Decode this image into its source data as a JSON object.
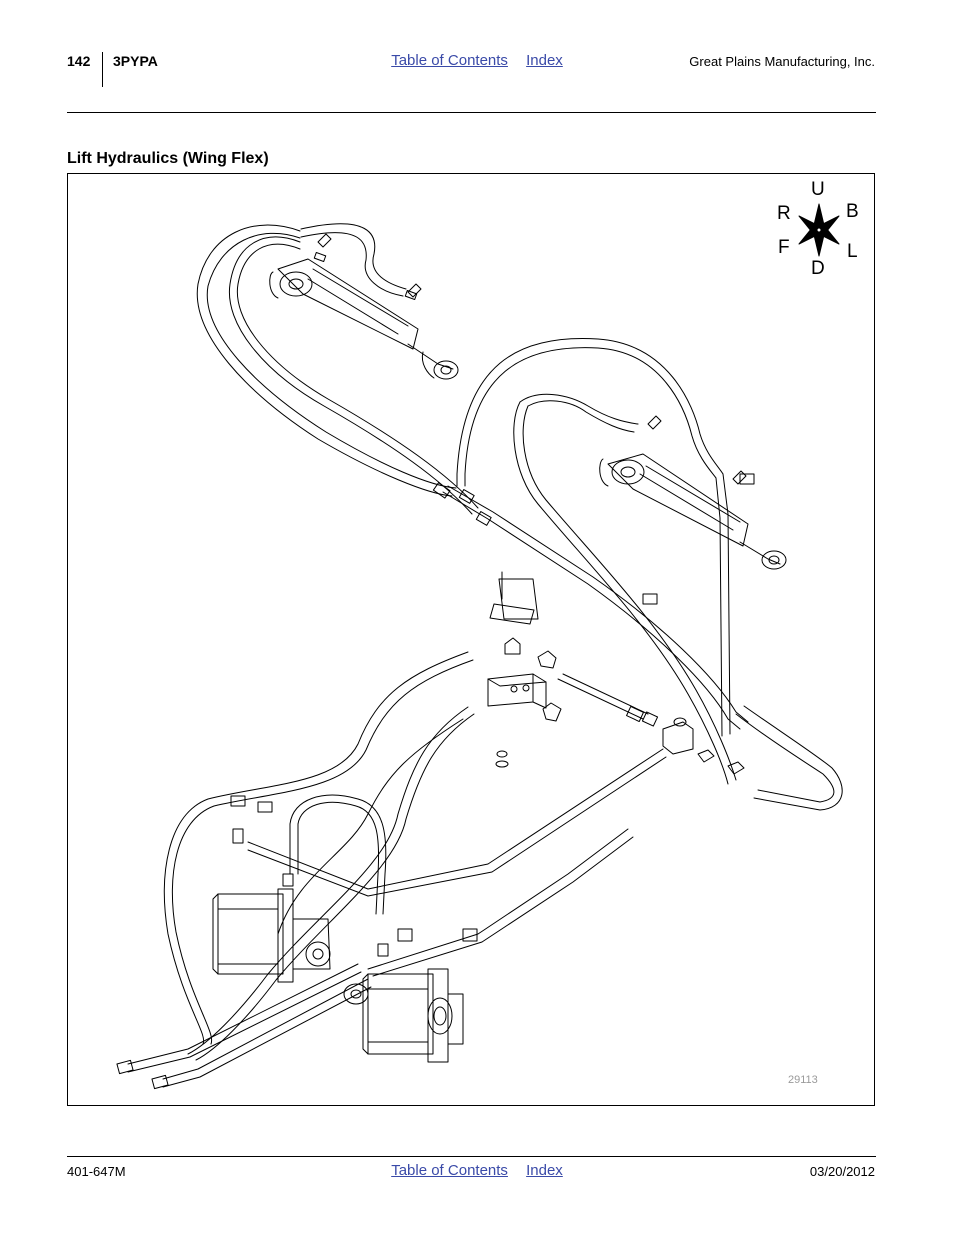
{
  "header": {
    "page_number": "142",
    "model": "3PYPA",
    "toc_link": "Table of Contents",
    "index_link": "Index",
    "company": "Great Plains Manufacturing, Inc."
  },
  "section": {
    "title": "Lift Hydraulics (Wing Flex)"
  },
  "figure": {
    "compass": {
      "up": "U",
      "down": "D",
      "right": "R",
      "left": "L",
      "back": "B",
      "front": "F"
    },
    "figure_number": "29113"
  },
  "footer": {
    "doc_number": "401-647M",
    "toc_link": "Table of Contents",
    "index_link": "Index",
    "date": "03/20/2012"
  }
}
